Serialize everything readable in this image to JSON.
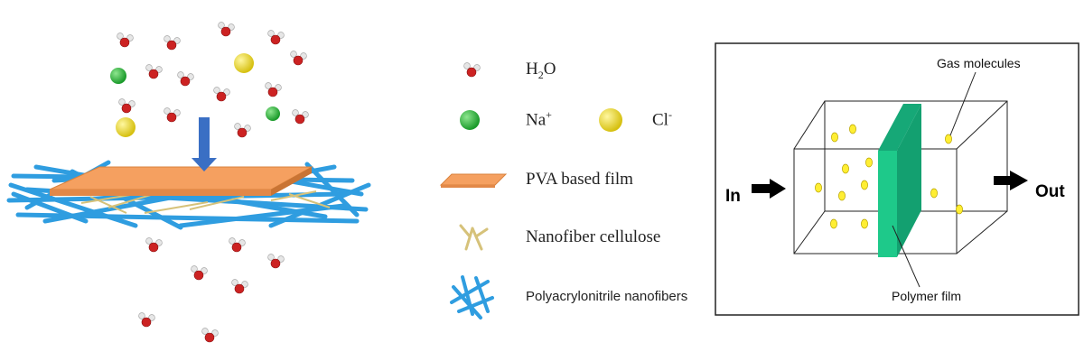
{
  "legend": {
    "water": {
      "main": "H",
      "sub": "2",
      "tail": "O"
    },
    "sodium": {
      "main": "Na",
      "sup": "+"
    },
    "chloride": {
      "main": "Cl",
      "sup": "-"
    },
    "pva_film": "PVA based film",
    "cellulose": "Nanofiber cellulose",
    "pan": "Polyacrylonitrile nanofibers"
  },
  "gas_diagram": {
    "gas_molecules": "Gas molecules",
    "polymer_film": "Polymer film",
    "in_label": "In",
    "out_label": "Out"
  },
  "colors": {
    "water_oxygen": "#cc2222",
    "water_hydrogen": "#e6e6e6",
    "sodium": "#22aa33",
    "chloride": "#e6d21c",
    "pva_film": "#f5a060",
    "cellulose": "#d6c27a",
    "pan_fiber": "#2f9de0",
    "arrow_down": "#3a6fc4",
    "polymer_film": "#1ec98a",
    "gas_dot": "#ffee33"
  }
}
